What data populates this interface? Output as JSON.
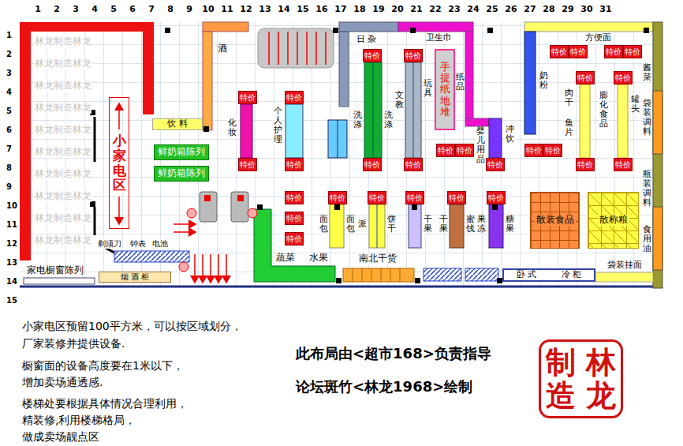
{
  "diagram": {
    "nodes": [
      {
        "text": [
          "小家电区"
        ]
      },
      {
        "text": [
          "饮 料"
        ]
      },
      {
        "text": [
          "鲜奶箱陈列"
        ]
      },
      {
        "text": [
          "鲜奶箱陈列"
        ]
      },
      {
        "text": [
          "手提纸地堆"
        ]
      },
      {
        "text": [
          "特价"
        ]
      },
      {
        "text": [
          "特价"
        ]
      },
      {
        "text": [
          "特价"
        ]
      },
      {
        "text": [
          "特价"
        ]
      },
      {
        "text": [
          "特价"
        ]
      },
      {
        "text": [
          "特价"
        ]
      },
      {
        "text": [
          "特价"
        ]
      },
      {
        "text": [
          "特价"
        ]
      },
      {
        "text": [
          "特价"
        ]
      },
      {
        "text": [
          "特价"
        ]
      },
      {
        "text": [
          "特价"
        ]
      },
      {
        "text": [
          "特价"
        ]
      },
      {
        "text": [
          "特价"
        ]
      },
      {
        "text": [
          "特价"
        ]
      },
      {
        "text": [
          "特价"
        ]
      },
      {
        "text": [
          "特价"
        ]
      },
      {
        "text": [
          "特价"
        ]
      },
      {
        "text": [
          "特价"
        ]
      },
      {
        "text": [
          "特价"
        ]
      },
      {
        "text": [
          "特价"
        ]
      },
      {
        "text": [
          "特价"
        ]
      },
      {
        "text": [
          "特价"
        ]
      },
      {
        "text": [
          "特价"
        ]
      },
      {
        "text": [
          "特价"
        ]
      },
      {
        "text": [
          "特价"
        ]
      },
      {
        "text": [
          "特价"
        ]
      },
      {
        "text": [
          "特价"
        ]
      },
      {
        "text": [
          "特价"
        ]
      },
      {
        "text": [
          "特价"
        ]
      },
      {
        "text": [
          "散装食品"
        ]
      },
      {
        "text": [
          "散称粮"
        ]
      },
      {
        "text": [
          "卧 式",
          "冷 柜"
        ]
      },
      {
        "text": [
          "烟 酒 柜"
        ]
      },
      {
        "text": [
          "林龙",
          "制造"
        ]
      }
    ],
    "labels": [
      "1",
      "2",
      "3",
      "4",
      "5",
      "6",
      "7",
      "8",
      "9",
      "10",
      "11",
      "12",
      "13",
      "14",
      "15",
      "16",
      "17",
      "18",
      "19",
      "20",
      "21",
      "22",
      "23",
      "24",
      "25",
      "26",
      "27",
      "28",
      "29",
      "30",
      "31",
      "1",
      "2",
      "3",
      "4",
      "5",
      "6",
      "7",
      "8",
      "9",
      "10",
      "11",
      "12",
      "13",
      "14",
      "15",
      "林龙制造林龙",
      "林龙制造林龙",
      "林龙制造林龙",
      "林龙制造林龙",
      "林龙制造林龙",
      "林龙制造林龙",
      "林龙制造林龙",
      "林龙制造林龙",
      "林龙制造林龙",
      "林龙制造林龙",
      "酒",
      "日 杂",
      "卫生巾",
      "方便面",
      "化妆",
      "个人护理",
      "洗涤",
      "洗涤",
      "文教",
      "玩具",
      "纸品",
      "婴儿用品",
      "冲饮",
      "奶粉",
      "肉干",
      "鱼片",
      "膨化食品",
      "罐头",
      "酱菜",
      "袋装调料",
      "瓶装调料",
      "食用油",
      "面包",
      "面包",
      "派",
      "饼干",
      "干果",
      "干果",
      "蜜饯",
      "果冻",
      "糖果",
      "蔬菜",
      "水果",
      "南北干货",
      "袋装挂面",
      "剃须刀",
      "钟表",
      "电池",
      "家电橱窗陈列",
      "小家电区预留100平方米，可以按区域划分，",
      "厂家装修并提供设备.",
      "橱窗面的设备高度要在1米以下，",
      "增加卖场通透感.",
      "楼梯处要根据具体情况合理利用，",
      "精装修,利用楼梯格局，",
      "做成卖场靓点区",
      "此布局由<超市168>负责指导",
      "论坛斑竹<林龙1968>绘制"
    ]
  }
}
